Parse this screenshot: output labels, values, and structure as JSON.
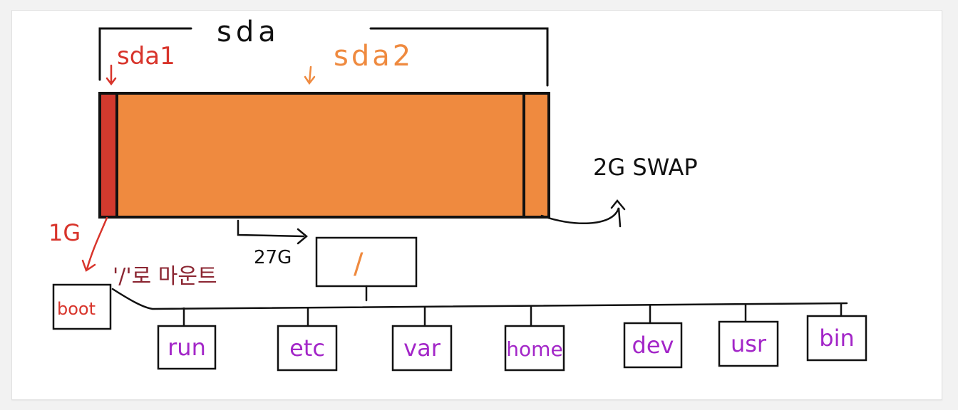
{
  "disk": {
    "name": "sda",
    "partition1_label": "sda1",
    "partition2_label": "sda2",
    "partition1_size": "1G",
    "root_size": "27G",
    "swap_label": "2G SWAP",
    "mount_note": "'/'로 마운트"
  },
  "root_node": {
    "label": "/"
  },
  "boot_node": {
    "label": "boot"
  },
  "directories": [
    {
      "label": "run"
    },
    {
      "label": "etc"
    },
    {
      "label": "var"
    },
    {
      "label": "home"
    },
    {
      "label": "dev"
    },
    {
      "label": "usr"
    },
    {
      "label": "bin"
    }
  ],
  "colors": {
    "partition1": "#d23a2e",
    "partition2": "#ef8a3f",
    "directory_text": "#a326c8",
    "label_red": "#d8342b",
    "label_orange": "#ef8a3f",
    "ink": "#111111"
  }
}
